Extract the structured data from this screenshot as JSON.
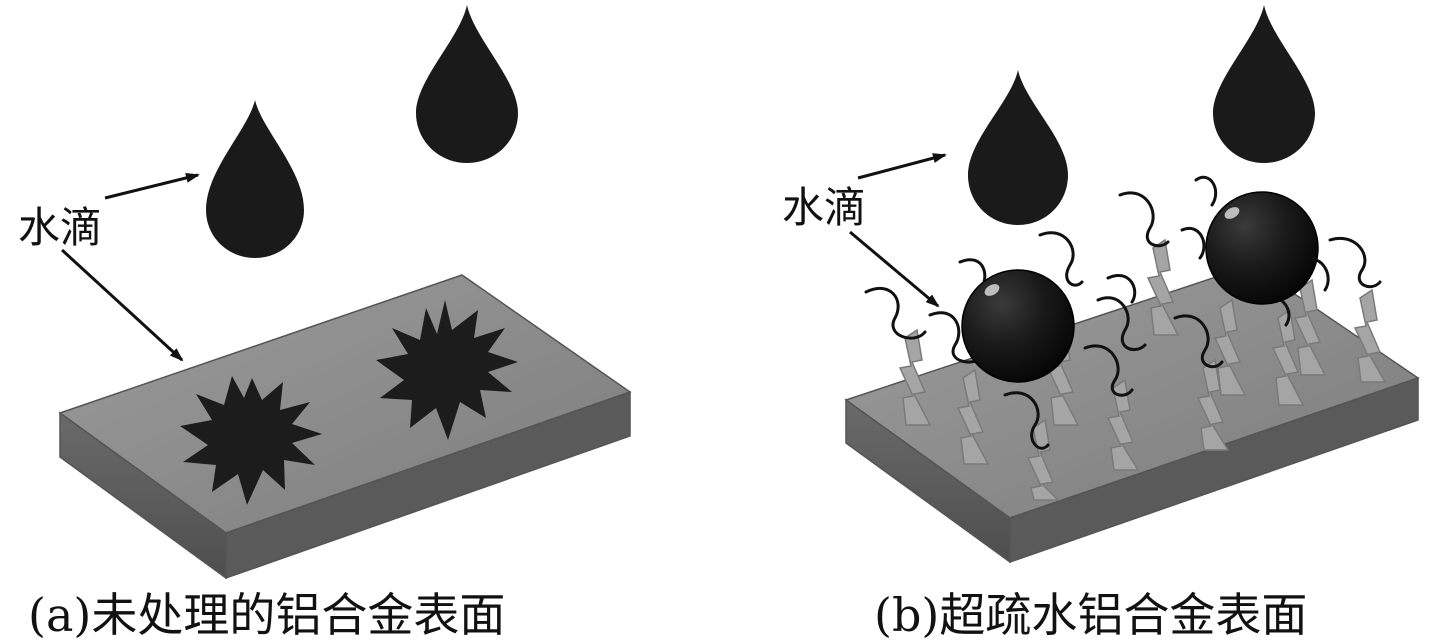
{
  "panels": [
    {
      "id": "a",
      "water_label": "水滴",
      "caption": "(a)未处理的铝合金表面"
    },
    {
      "id": "b",
      "water_label": "水滴",
      "caption": "(b)超疏水铝合金表面"
    }
  ],
  "colors": {
    "drop": "#1a1a1a",
    "surface_top": "#8a8a8a",
    "surface_side": "#5e5e5e",
    "splash": "#1c1c1c",
    "spike": "#9a9a9a"
  }
}
